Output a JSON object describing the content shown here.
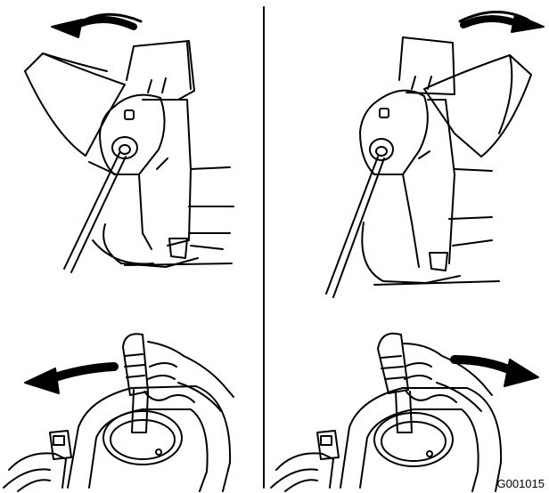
{
  "figure": {
    "code": "G001015",
    "panels": [
      {
        "id": "top-left",
        "subject": "chute",
        "rotation": "counterclockwise"
      },
      {
        "id": "top-right",
        "subject": "chute",
        "rotation": "clockwise"
      },
      {
        "id": "bottom-left",
        "subject": "joystick-hand",
        "direction": "left"
      },
      {
        "id": "bottom-right",
        "subject": "joystick-hand",
        "direction": "right"
      }
    ],
    "colors": {
      "line": "#000000",
      "background": "#ffffff"
    }
  }
}
